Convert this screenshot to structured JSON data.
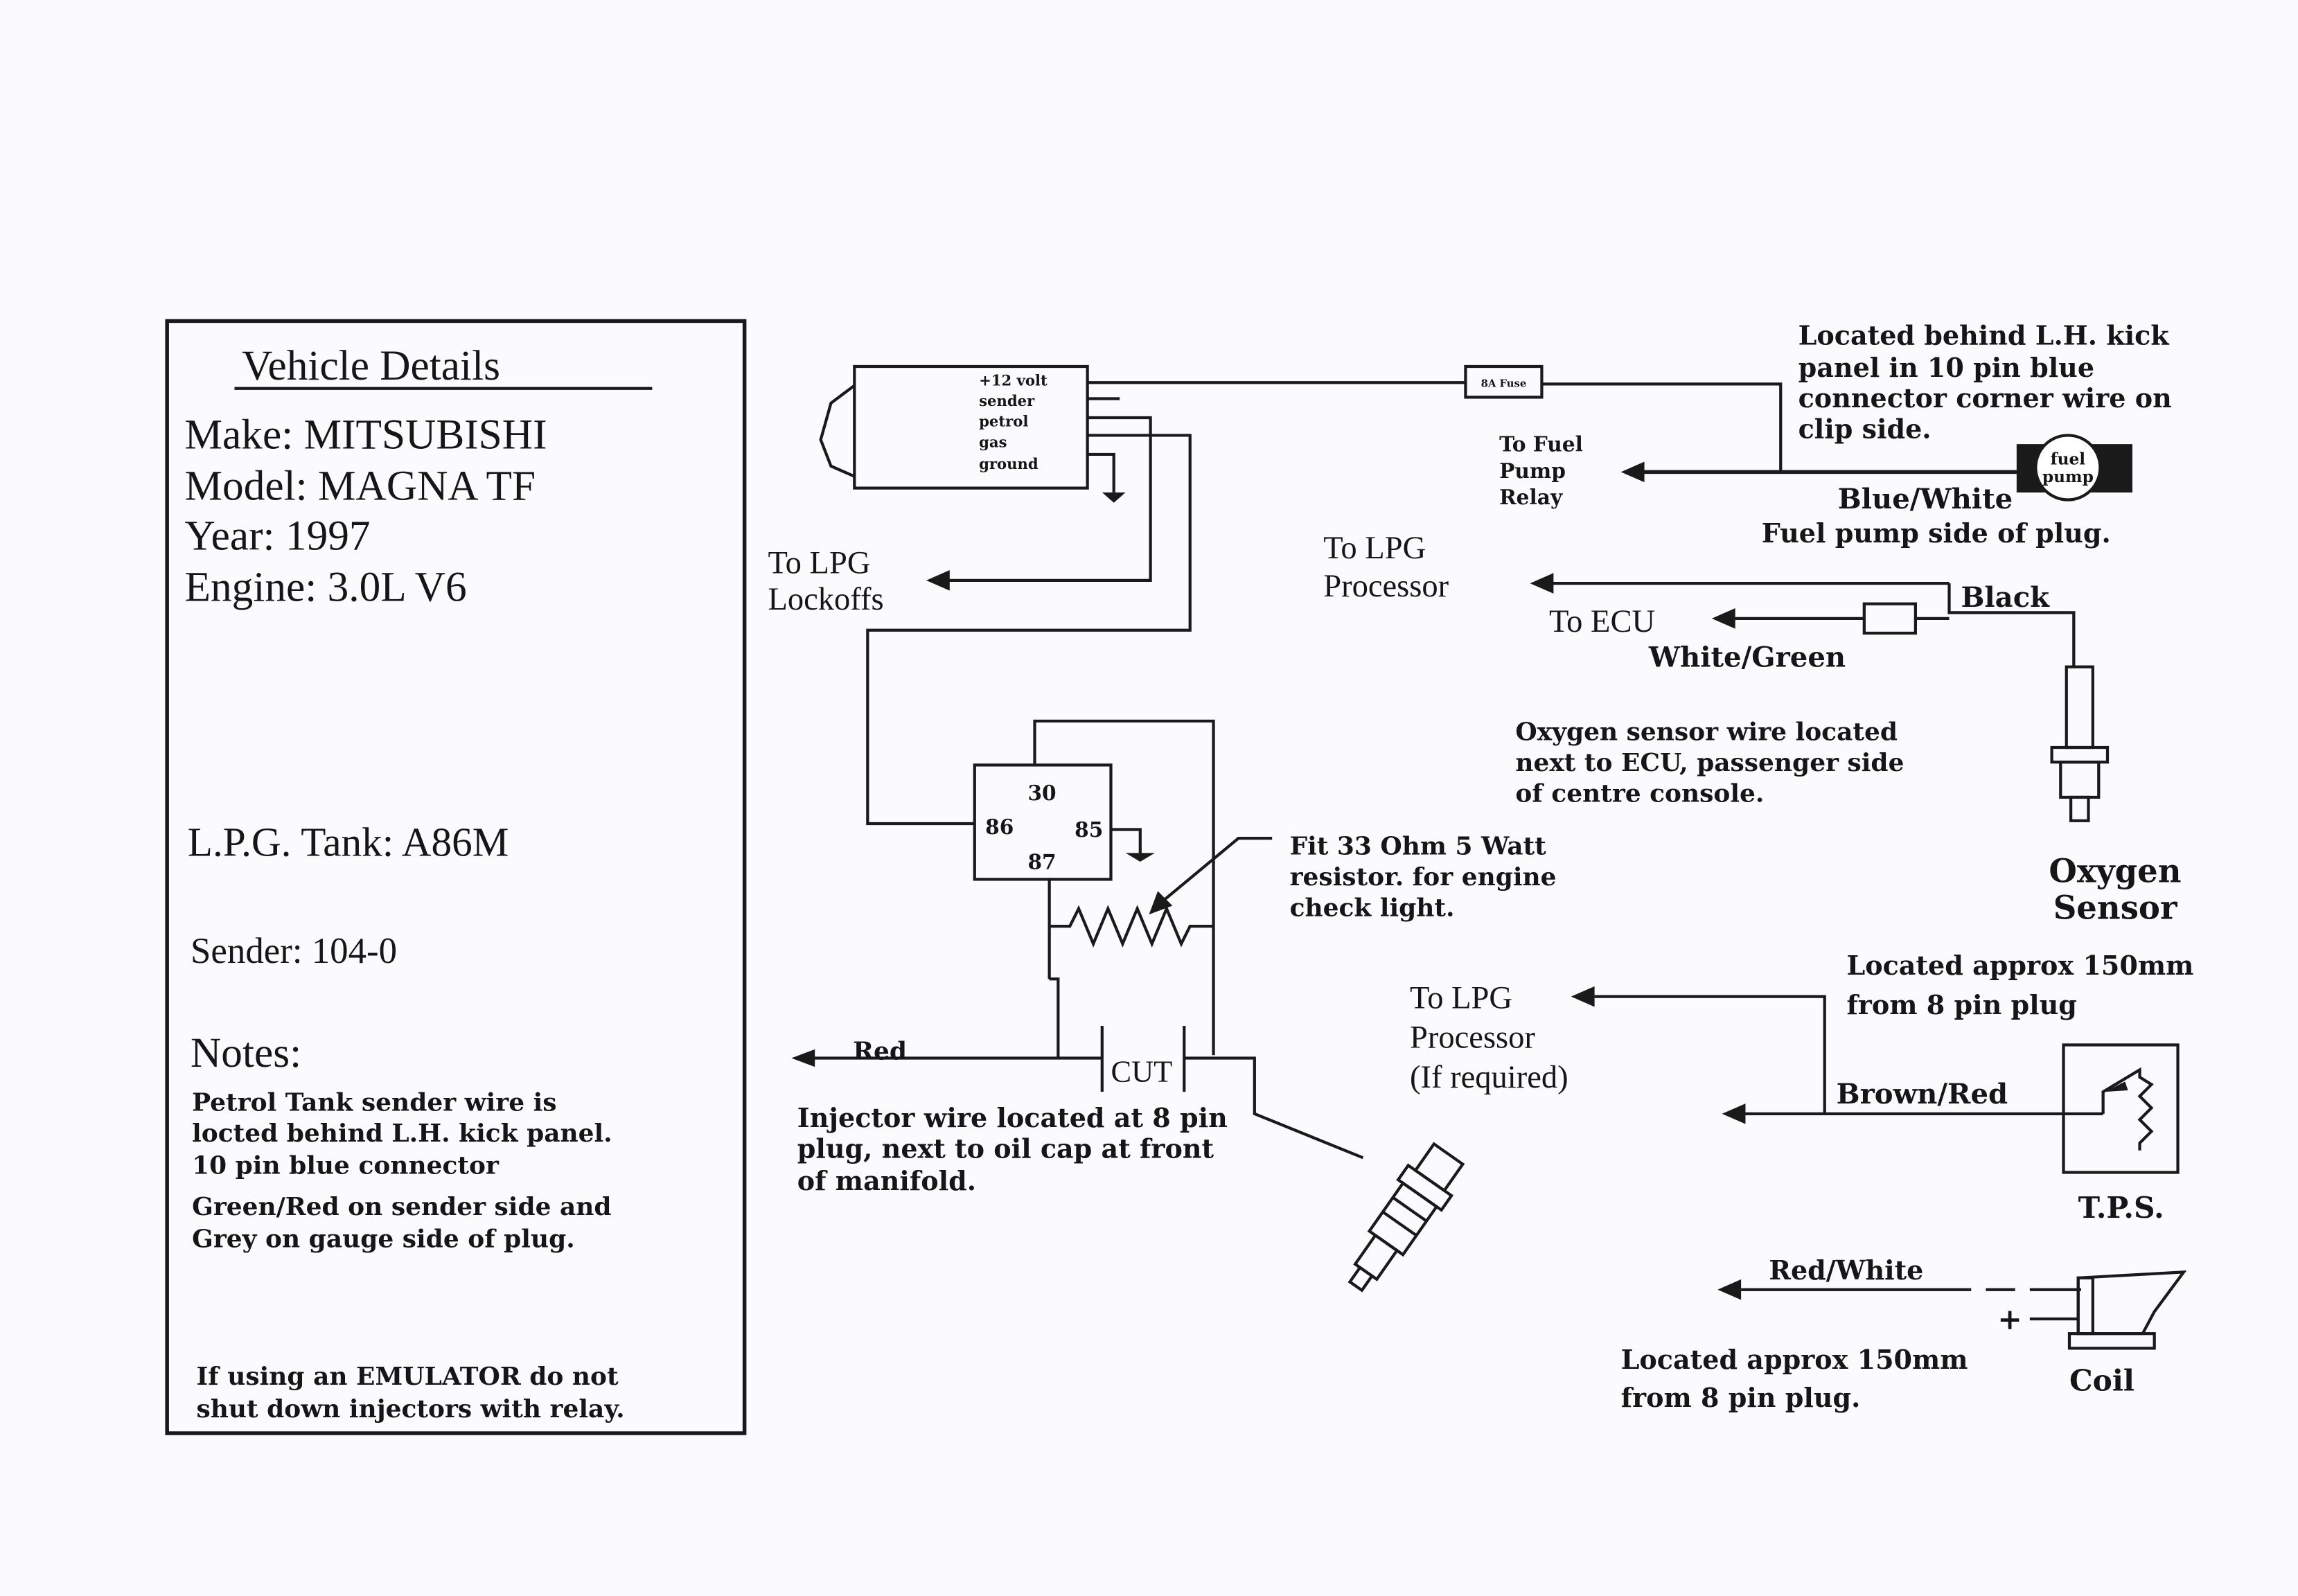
{
  "vehicle_details": {
    "title": "Vehicle Details",
    "make": "Make:  MITSUBISHI",
    "model": "Model:  MAGNA  TF",
    "year": "Year:  1997",
    "engine": "Engine:  3.0L  V6",
    "lpg_tank": "L.P.G.  Tank:  A86M",
    "sender": "Sender:  104-0",
    "notes_heading": "Notes:",
    "notes": [
      "Petrol Tank sender wire is",
      "locted behind L.H. kick panel.",
      "10 pin blue connector",
      "Green/Red on sender side and",
      "Grey on gauge side of plug."
    ],
    "emulator_note": [
      "If using an EMULATOR do not",
      "shut down injectors with relay."
    ]
  },
  "connector": {
    "pins": [
      "+12 volt",
      "sender",
      "petrol",
      "gas",
      "ground"
    ]
  },
  "fuse": {
    "label": "8A Fuse"
  },
  "fuel_pump": {
    "icon_label": [
      "fuel",
      "pump"
    ],
    "destination": [
      "To Fuel",
      "Pump",
      "Relay"
    ],
    "location_note": [
      "Located behind L.H. kick",
      "panel in 10 pin blue",
      "connector corner wire on",
      "clip side."
    ],
    "wire_color": "Blue/White",
    "plug_note": "Fuel pump side of plug."
  },
  "lockoffs": {
    "label": [
      "To LPG",
      "Lockoffs"
    ]
  },
  "relay": {
    "pins": {
      "p30": "30",
      "p86": "86",
      "p85": "85",
      "p87": "87"
    }
  },
  "resistor_note": [
    "Fit 33 Ohm 5 Watt",
    "resistor. for engine",
    "check light."
  ],
  "injector": {
    "wire_color": "Red",
    "cut_label": "CUT",
    "note": [
      "Injector wire located at 8 pin",
      "plug, next to oil cap at front",
      "of manifold."
    ]
  },
  "oxygen_sensor": {
    "to_processor": [
      "To LPG",
      "Processor"
    ],
    "to_ecu": "To ECU",
    "wire_black": "Black",
    "wire_white_green": "White/Green",
    "note": [
      "Oxygen sensor wire located",
      "next to ECU, passenger side",
      "of centre console."
    ],
    "label": [
      "Oxygen",
      "Sensor"
    ]
  },
  "tps": {
    "to_processor": [
      "To LPG",
      "Processor",
      "(If required)"
    ],
    "note": [
      "Located approx 150mm",
      "from 8 pin plug"
    ],
    "wire_color": "Brown/Red",
    "label": "T.P.S."
  },
  "coil": {
    "wire_color": "Red/White",
    "plus": "+",
    "note": [
      "Located approx 150mm",
      "from 8 pin plug."
    ],
    "label": "Coil"
  }
}
